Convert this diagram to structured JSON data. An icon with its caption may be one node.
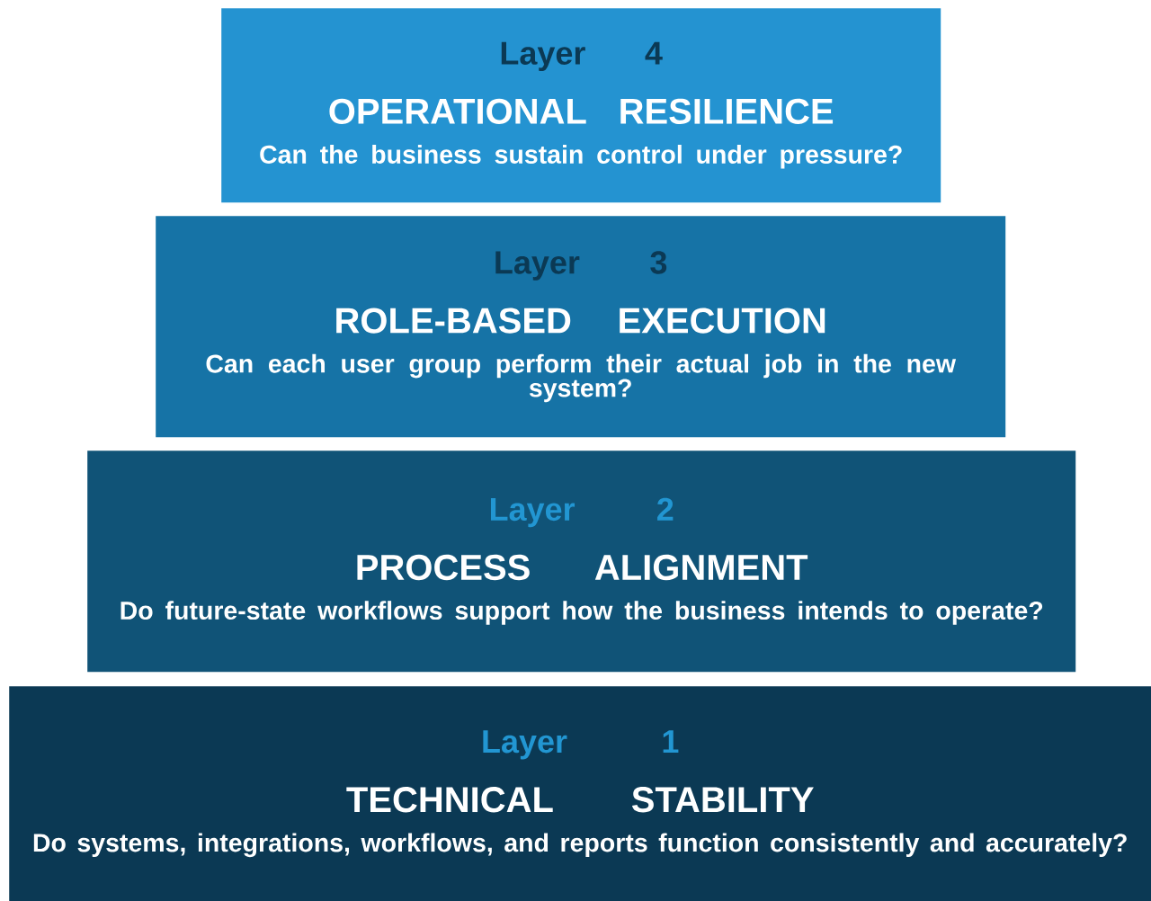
{
  "diagram": {
    "nodes": [
      {
        "text": [
          "Layer 4",
          "OPERATIONAL RESILIENCE",
          "Can the business sustain control under pressure?"
        ]
      },
      {
        "text": [
          "Layer 3",
          "ROLE-BASED EXECUTION",
          "Can each user group perform their actual job in the new system?"
        ]
      },
      {
        "text": [
          "Layer 2",
          "PROCESS ALIGNMENT",
          "Do future-state workflows support how the business intends to operate?"
        ]
      },
      {
        "text": [
          "Layer 1",
          "TECHNICAL STABILITY",
          "Do systems, integrations, workflows, and reports function consistently and accurately?"
        ]
      }
    ]
  }
}
